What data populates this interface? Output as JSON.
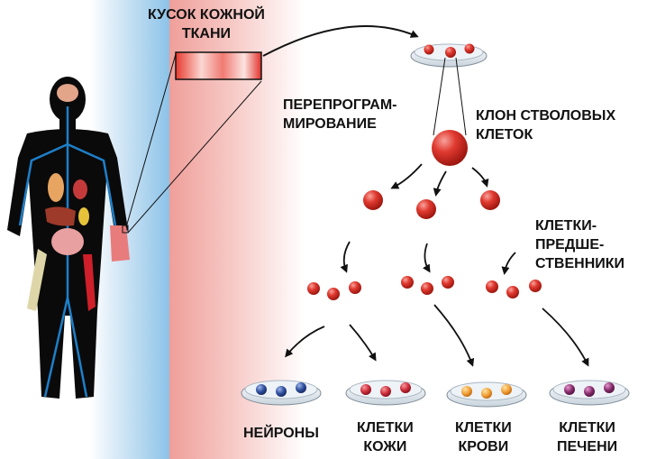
{
  "labels": {
    "skin_sample": [
      "КУСОК КОЖНОЙ",
      "ТКАНИ"
    ],
    "reprogramming": [
      "ПЕРЕПРОГРАМ-",
      "МИРОВАНИЕ"
    ],
    "stem_clone": [
      "КЛОН СТВОЛОВЫХ",
      "КЛЕТОК"
    ],
    "progenitors": [
      "КЛЕТКИ-",
      "ПРЕДШЕ-",
      "СТВЕННИКИ"
    ],
    "neurons": [
      "НЕЙРОНЫ"
    ],
    "skin_cells": [
      "КЛЕТКИ",
      "КОЖИ"
    ],
    "blood_cells": [
      "КЛЕТКИ",
      "КРОВИ"
    ],
    "liver_cells": [
      "КЛЕТКИ",
      "ПЕЧЕНИ"
    ]
  },
  "icons": [
    "human-silhouette-icon",
    "skin-tissue-strip-icon",
    "petri-dish-icon",
    "stem-cell-icon",
    "arrow-icon"
  ],
  "colors": {
    "cell_red": "#d9302c",
    "neuron_cell": "#2f4f9e",
    "skin_cell": "#cf2e3a",
    "blood_cell": "#f2a23a",
    "liver_cell": "#8a2e6e",
    "blue_band": "#8cc3e8",
    "pink_band": "#ef9f9a"
  }
}
